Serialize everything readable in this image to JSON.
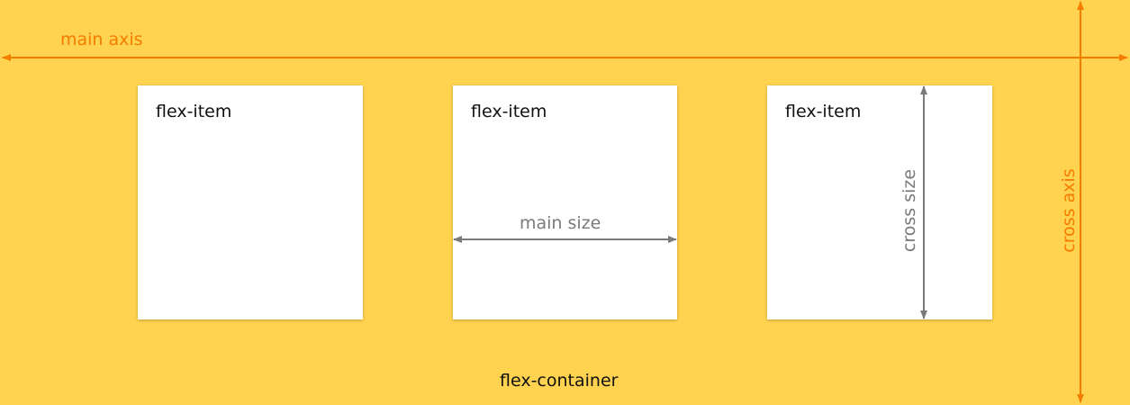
{
  "labels": {
    "main_axis": "main axis",
    "cross_axis": "cross axis",
    "main_size": "main size",
    "cross_size": "cross size",
    "container": "flex-container"
  },
  "items": [
    {
      "label": "flex-item"
    },
    {
      "label": "flex-item"
    },
    {
      "label": "flex-item"
    }
  ],
  "colors": {
    "background": "#ffd24f",
    "axis": "#f47c00",
    "size_arrow": "#7a7a7a",
    "item": "#ffffff"
  }
}
